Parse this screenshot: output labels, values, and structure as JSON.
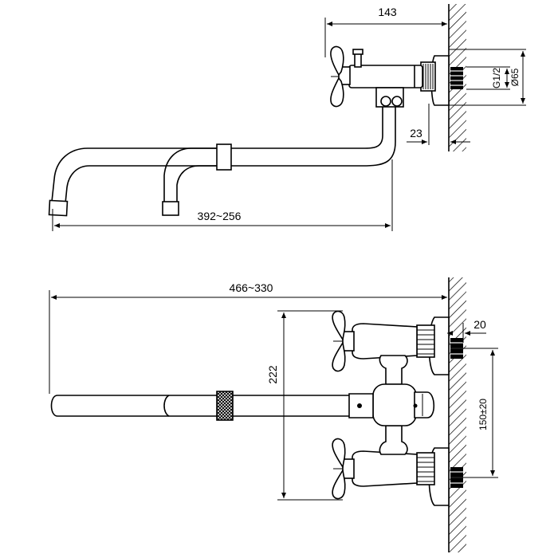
{
  "dimensions": {
    "side_width": "143",
    "thread": "G1/2",
    "flange_diameter": "Ø65",
    "flange_depth": "23",
    "spout_reach_side": "392~256",
    "spout_reach_front": "466~330",
    "height": "222",
    "wall_offset": "20",
    "center_distance": "150±20"
  }
}
